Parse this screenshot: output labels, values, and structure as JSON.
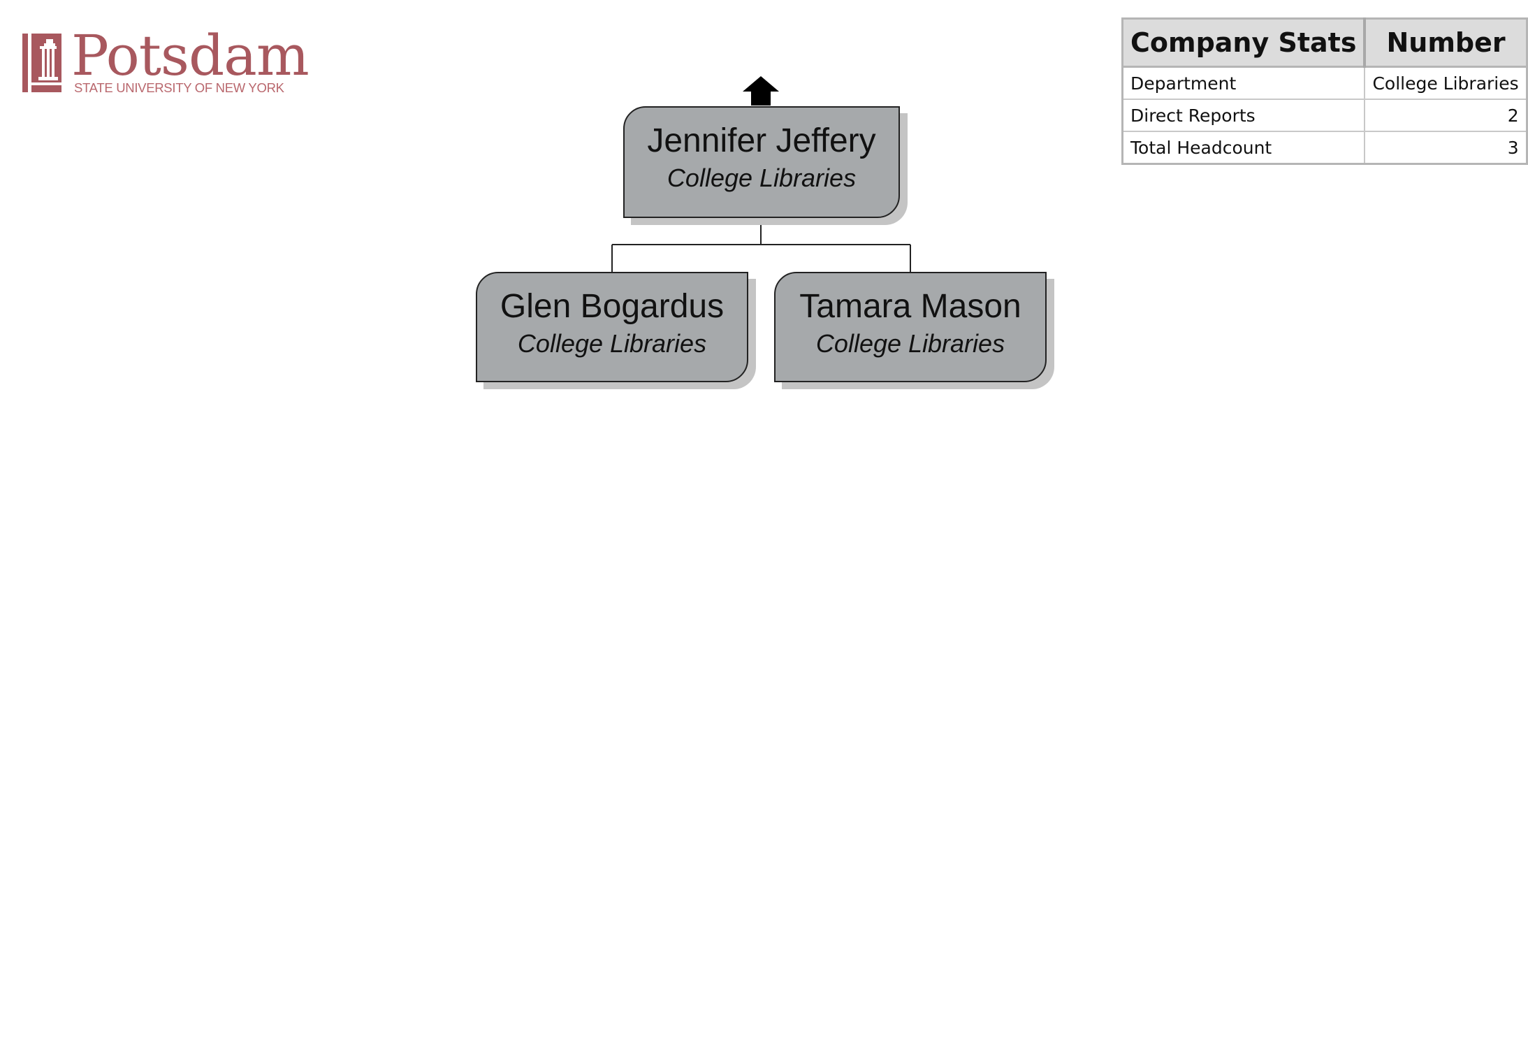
{
  "logo": {
    "wordmark": "Potsdam",
    "subtitle": "STATE UNIVERSITY OF NEW YORK",
    "color": "#a8585e"
  },
  "org_chart": {
    "up_icon": "up-arrow-icon",
    "root": {
      "name": "Jennifer Jeffery",
      "department": "College Libraries"
    },
    "children": [
      {
        "name": "Glen Bogardus",
        "department": "College Libraries"
      },
      {
        "name": "Tamara Mason",
        "department": "College Libraries"
      }
    ],
    "box_color": "#a6a9ab"
  },
  "stats_table": {
    "headers": [
      "Company Stats",
      "Number"
    ],
    "rows": [
      {
        "label": "Department",
        "value": "College Libraries"
      },
      {
        "label": "Direct Reports",
        "value": "2"
      },
      {
        "label": "Total Headcount",
        "value": "3"
      }
    ]
  }
}
